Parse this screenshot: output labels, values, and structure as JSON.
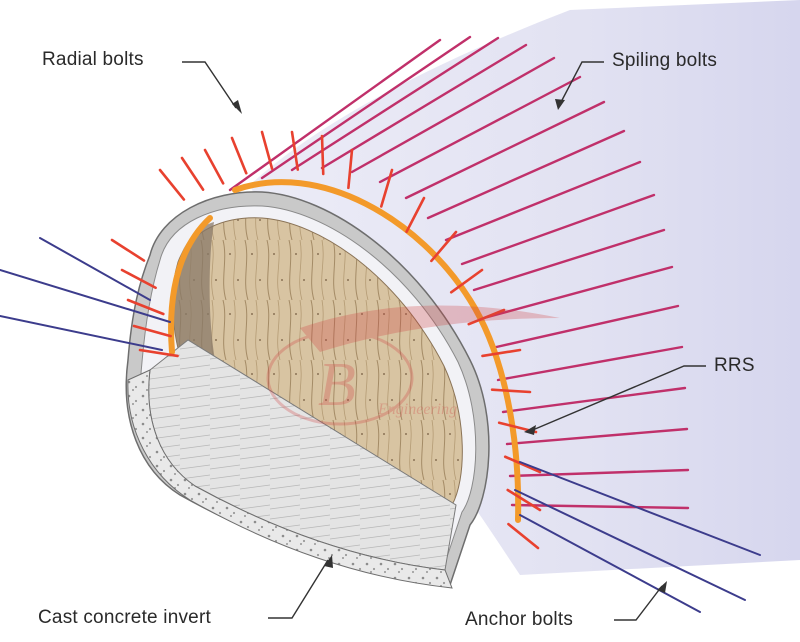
{
  "labels": {
    "radial_bolts": "Radial bolts",
    "spiling_bolts": "Spiling bolts",
    "rrs": "RRS",
    "cast_concrete_invert": "Cast concrete invert",
    "anchor_bolts": "Anchor bolts"
  },
  "icons": {
    "watermark": "b-engineering-watermark-logo"
  },
  "colors": {
    "radial_bolt": "#e8412f",
    "spiling_bolt": "#c0306a",
    "anchor_bolt": "#3c3c8c",
    "rrs_ring": "#f39a2a",
    "tunnel_shell": "#dcdcf0",
    "rock_face": "#d9c6a6",
    "invert": "#e2e2e2"
  }
}
